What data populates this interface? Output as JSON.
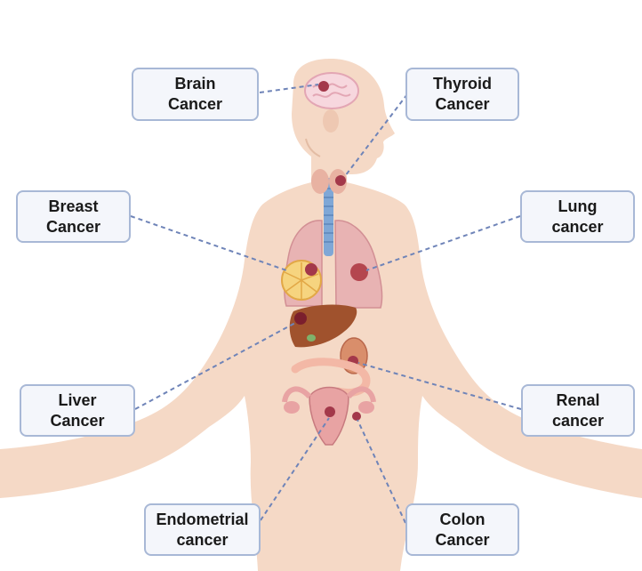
{
  "labels": {
    "brain": {
      "line1": "Brain",
      "line2": "Cancer"
    },
    "thyroid": {
      "line1": "Thyroid",
      "line2": "Cancer"
    },
    "breast": {
      "line1": "Breast",
      "line2": "Cancer"
    },
    "lung": {
      "line1": "Lung",
      "line2": "cancer"
    },
    "liver": {
      "line1": "Liver",
      "line2": "Cancer"
    },
    "renal": {
      "line1": "Renal",
      "line2": "cancer"
    },
    "endometrial": {
      "line1": "Endometrial",
      "line2": "cancer"
    },
    "colon": {
      "line1": "Colon",
      "line2": "Cancer"
    }
  },
  "colors": {
    "skin": "#f5d9c6",
    "skin_shade": "#eec8b2",
    "box_border": "#a8b8d6",
    "box_fill": "#f4f6fb",
    "connector": "#6f84b8",
    "tumor": "#a3384a",
    "lung": "#e8b3b3",
    "liver": "#a0522d",
    "trachea": "#7fa7d6",
    "intestine": "#f3b8a6"
  }
}
